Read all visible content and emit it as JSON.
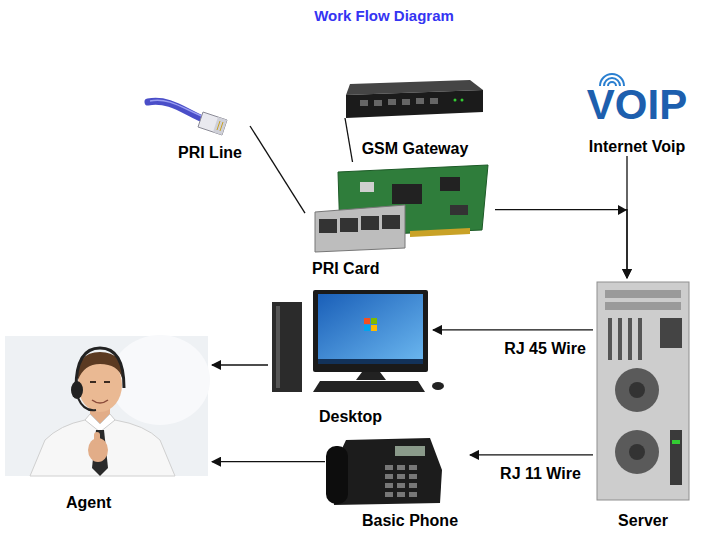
{
  "diagram": {
    "title": "Work Flow Diagram",
    "nodes": [
      {
        "text": [
          "PRI Line"
        ]
      },
      {
        "text": [
          "GSM Gateway"
        ]
      },
      {
        "text": [
          "VOIP",
          "Internet Voip"
        ]
      },
      {
        "text": [
          "PRI Card"
        ]
      },
      {
        "text": [
          "Desktop"
        ]
      },
      {
        "text": [
          "Server"
        ]
      },
      {
        "text": [
          "Agent"
        ]
      },
      {
        "text": [
          "Basic Phone"
        ]
      }
    ],
    "edges": [
      {
        "from": 0,
        "to": 3,
        "arrow": "none"
      },
      {
        "from": 1,
        "to": 3,
        "arrow": "none"
      },
      {
        "from": 3,
        "to": 5,
        "arrow": "to"
      },
      {
        "from": 2,
        "to": 5,
        "arrow": "to"
      },
      {
        "from": 5,
        "to": 4,
        "arrow": "to",
        "label": "RJ 45 Wire"
      },
      {
        "from": 4,
        "to": 6,
        "arrow": "to"
      },
      {
        "from": 5,
        "to": 7,
        "arrow": "to",
        "label": "RJ 11 Wire"
      },
      {
        "from": 7,
        "to": 6,
        "arrow": "to"
      }
    ]
  }
}
